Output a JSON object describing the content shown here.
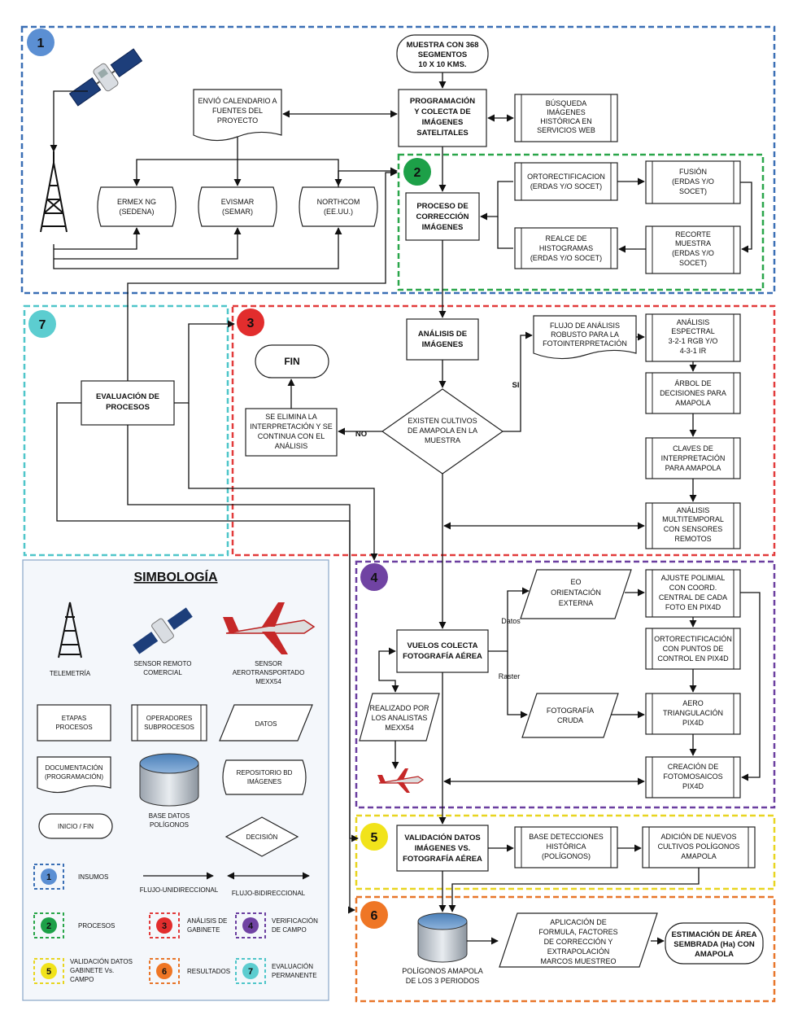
{
  "sections": {
    "s1": {
      "num": "1",
      "color": "#3a6fb5",
      "fill": "#5b8fd3"
    },
    "s2": {
      "num": "2",
      "color": "#2aa64a",
      "fill": "#1da048"
    },
    "s3": {
      "num": "3",
      "color": "#e23b3b",
      "fill": "#e22d2d"
    },
    "s4": {
      "num": "4",
      "color": "#6b3fa0",
      "fill": "#7043a3"
    },
    "s5": {
      "num": "5",
      "color": "#e8d520",
      "fill": "#f1e31a"
    },
    "s6": {
      "num": "6",
      "color": "#e8762a",
      "fill": "#ef7625"
    },
    "s7": {
      "num": "7",
      "color": "#4fc6c9",
      "fill": "#5ccdd0"
    }
  },
  "nodes": {
    "muestra": [
      "MUESTRA CON 368",
      "SEGMENTOS",
      "10 X 10 KMS."
    ],
    "programacion": [
      "PROGRAMACIÓN",
      "Y COLECTA DE",
      "IMÁGENES",
      "SATELITALES"
    ],
    "busqueda": [
      "BÚSQUEDA",
      "IMÁGENES",
      "HISTÓRICA EN",
      "SERVICIOS WEB"
    ],
    "envio": [
      "ENVIÓ CALENDARIO A",
      "FUENTES DEL",
      "PROYECTO"
    ],
    "ermex": [
      "ERMEX NG",
      "(SEDENA)"
    ],
    "evismar": [
      "EVISMAR",
      "(SEMAR)"
    ],
    "northcom": [
      "NORTHCOM",
      "(EE.UU.)"
    ],
    "proceso": [
      "PROCESO DE",
      "CORRECCIÓN",
      "IMÁGENES"
    ],
    "orto": [
      "ORTORECTIFICACION",
      "(ERDAS Y/O SOCET)"
    ],
    "fusion": [
      "FUSIÓN",
      "(ERDAS Y/O",
      "SOCET)"
    ],
    "realce": [
      "REALCE DE",
      "HISTOGRAMAS",
      "(ERDAS Y/O SOCET)"
    ],
    "recorte": [
      "RECORTE",
      "MUESTRA",
      "(ERDAS Y/O",
      "SOCET)"
    ],
    "analisis": [
      "ANÁLISIS DE",
      "IMÁGENES"
    ],
    "flujo": [
      "FLUJO DE ANÁLISIS",
      "ROBUSTO PARA LA",
      "FOTOINTERPRETACIÓN"
    ],
    "espectral": [
      "ANÁLISIS",
      "ESPECTRAL",
      "3-2-1 RGB Y/O",
      "4-3-1 IR"
    ],
    "arbol": [
      "ÁRBOL DE",
      "DECISIONES PARA",
      "AMAPOLA"
    ],
    "claves": [
      "CLAVES DE",
      "INTERPRETACIÓN",
      "PARA AMAPOLA"
    ],
    "multitemporal": [
      "ANÁLISIS",
      "MULTITEMPORAL",
      "CON SENSORES",
      "REMOTOS"
    ],
    "fin": [
      "FIN"
    ],
    "elimina": [
      "SE ELIMINA LA",
      "INTERPRETACIÓN Y SE",
      "CONTINUA CON EL",
      "ANÁLISIS"
    ],
    "existen": [
      "EXISTEN CULTIVOS",
      "DE AMAPOLA EN LA",
      "MUESTRA"
    ],
    "evaluacion": [
      "EVALUACIÓN DE",
      "PROCESOS"
    ],
    "eo": [
      "EO",
      "ORIENTACIÓN",
      "EXTERNA"
    ],
    "ajuste": [
      "AJUSTE POLIMIAL",
      "CON COORD.",
      "CENTRAL DE CADA",
      "FOTO EN PIX4D"
    ],
    "orto4d": [
      "ORTORECTIFICACIÓN",
      "CON PUNTOS DE",
      "CONTROL EN PIX4D"
    ],
    "aero": [
      "AERO",
      "TRIANGULACIÓN",
      "PIX4D"
    ],
    "fotomosaicos": [
      "CREACIÓN DE",
      "FOTOMOSAICOS",
      "PIX4D"
    ],
    "vuelos": [
      "VUELOS COLECTA",
      "FOTOGRAFÍA AÉREA"
    ],
    "fotografia": [
      "FOTOGRAFÍA",
      "CRUDA"
    ],
    "realizado": [
      "REALIZADO POR",
      "LOS ANALISTAS",
      "MEXX54"
    ],
    "validacion": [
      "VALIDACIÓN DATOS",
      "IMÁGENES VS.",
      "FOTOGRAFÍA AÉREA"
    ],
    "base_det": [
      "BASE DETECCIONES",
      "HISTÓRICA",
      "(POLÍGONOS)"
    ],
    "adicion": [
      "ADICIÓN DE NUEVOS",
      "CULTIVOS POLÍGONOS",
      "AMAPOLA"
    ],
    "poligonos": [
      "POLÍGONOS AMAPOLA",
      "DE LOS 3 PERIODOS"
    ],
    "aplicacion": [
      "APLICACIÓN DE",
      "FORMULA, FACTORES",
      "DE CORRECCIÓN Y",
      "EXTRAPOLACIÓN",
      "MARCOS MUESTREO"
    ],
    "estimacion": [
      "ESTIMACIÓN DE ÁREA",
      "SEMBRADA (Ha) CON",
      "AMAPOLA"
    ]
  },
  "edge_labels": {
    "si": "SI",
    "no": "NO",
    "datos": "Datos",
    "raster": "Raster"
  },
  "legend": {
    "title": "SIMBOLOGÍA",
    "telemetria": "TELEMETRÍA",
    "sensor_remoto": [
      "SENSOR REMOTO",
      "COMERCIAL"
    ],
    "sensor_aero": [
      "SENSOR",
      "AEROTRANSPORTADO",
      "MEXX54"
    ],
    "etapas": [
      "ETAPAS",
      "PROCESOS"
    ],
    "operadores": [
      "OPERADORES",
      "SUBPROCESOS"
    ],
    "datos": "DATOS",
    "documentacion": [
      "DOCUMENTACIÓN",
      "(PROGRAMACIÓN)"
    ],
    "base_datos": [
      "BASE DATOS",
      "POLÍGONOS"
    ],
    "repositorio": [
      "REPOSITORIO BD",
      "IMÁGENES"
    ],
    "inicio_fin": "INICIO / FIN",
    "decision": "DECISIÓN",
    "insumos": "INSUMOS",
    "flujo_uni": "FLUJO-UNIDIRECCIONAL",
    "flujo_bi": "FLUJO-BIDIRECCIONAL",
    "procesos": "PROCESOS",
    "analisis_gab": [
      "ANÁLISIS DE",
      "GABINETE"
    ],
    "verificacion": [
      "VERIFICACIÓN",
      "DE CAMPO"
    ],
    "validacion_gab": [
      "VALIDACIÓN DATOS",
      "GABINETE Vs.",
      "CAMPO"
    ],
    "resultados": "RESULTADOS",
    "evaluacion_perm": [
      "EVALUACIÓN",
      "PERMANENTE"
    ]
  }
}
